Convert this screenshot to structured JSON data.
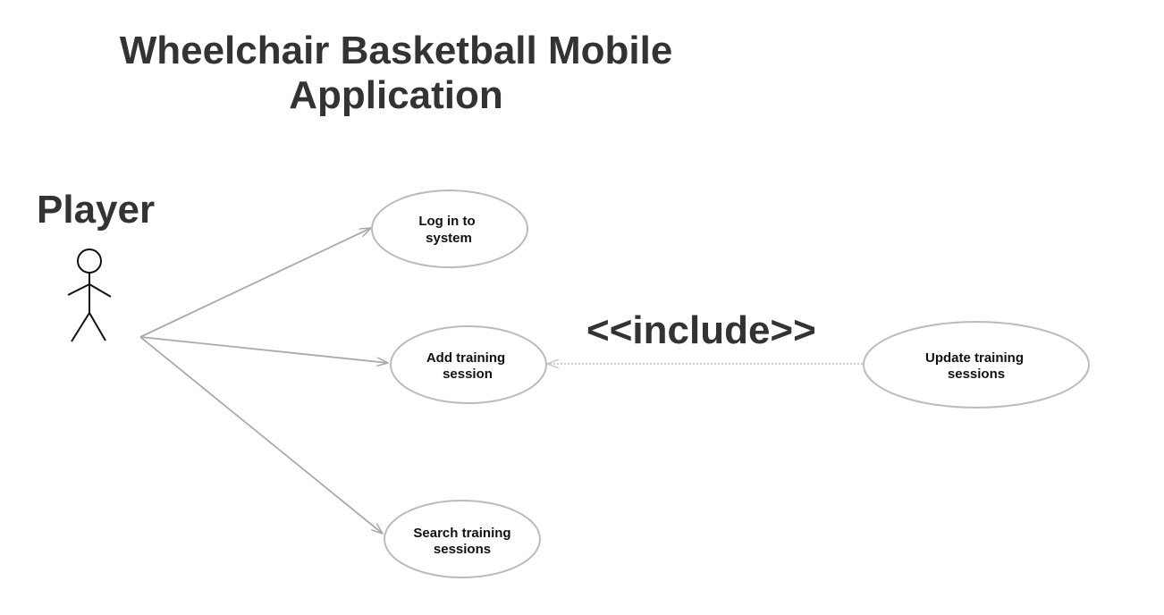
{
  "title": {
    "line1": "Wheelchair Basketball Mobile",
    "line2": "Application"
  },
  "actor": {
    "label": "Player",
    "icon": "stick-figure-actor-icon"
  },
  "use_cases": {
    "login": {
      "line1": "Log in to",
      "line2": "system"
    },
    "add_training": {
      "line1": "Add training",
      "line2": "session"
    },
    "search_training": {
      "line1": "Search training",
      "line2": "sessions"
    },
    "update_training": {
      "line1": "Update training",
      "line2": "sessions"
    }
  },
  "relationship": {
    "include_label": "<<include>>"
  },
  "colors": {
    "text": "#333333",
    "lines": "#aaaaaa",
    "ellipse_stroke": "#bbbbbb",
    "dashed_line": "#c8c8c8"
  }
}
